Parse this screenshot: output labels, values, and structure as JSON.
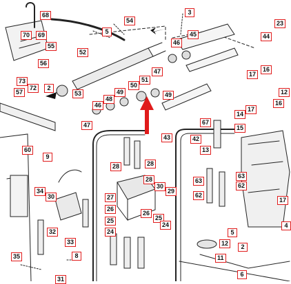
{
  "diagram": {
    "callouts": [
      {
        "id": "c68",
        "label": "68"
      },
      {
        "id": "c3",
        "label": "3"
      },
      {
        "id": "c54",
        "label": "54"
      },
      {
        "id": "c5a",
        "label": "5"
      },
      {
        "id": "c70",
        "label": "70"
      },
      {
        "id": "c69",
        "label": "69"
      },
      {
        "id": "c45",
        "label": "45"
      },
      {
        "id": "c23",
        "label": "23"
      },
      {
        "id": "c44",
        "label": "44"
      },
      {
        "id": "c55",
        "label": "55"
      },
      {
        "id": "c52",
        "label": "52"
      },
      {
        "id": "c46",
        "label": "46"
      },
      {
        "id": "c56",
        "label": "56"
      },
      {
        "id": "c47a",
        "label": "47"
      },
      {
        "id": "c16",
        "label": "16"
      },
      {
        "id": "c17a",
        "label": "17"
      },
      {
        "id": "c73",
        "label": "73"
      },
      {
        "id": "c72",
        "label": "72"
      },
      {
        "id": "c2a",
        "label": "2"
      },
      {
        "id": "c57",
        "label": "57"
      },
      {
        "id": "c53",
        "label": "53"
      },
      {
        "id": "c51",
        "label": "51"
      },
      {
        "id": "c50",
        "label": "50"
      },
      {
        "id": "c49a",
        "label": "49"
      },
      {
        "id": "c48",
        "label": "48"
      },
      {
        "id": "c49b",
        "label": "49"
      },
      {
        "id": "c46b",
        "label": "46"
      },
      {
        "id": "c12",
        "label": "12"
      },
      {
        "id": "c16b",
        "label": "16"
      },
      {
        "id": "c14",
        "label": "14"
      },
      {
        "id": "c17b",
        "label": "17"
      },
      {
        "id": "c47b",
        "label": "47"
      },
      {
        "id": "c67",
        "label": "67"
      },
      {
        "id": "c15",
        "label": "15"
      },
      {
        "id": "c43",
        "label": "43"
      },
      {
        "id": "c42",
        "label": "42"
      },
      {
        "id": "c60",
        "label": "60"
      },
      {
        "id": "c9",
        "label": "9"
      },
      {
        "id": "c13",
        "label": "13"
      },
      {
        "id": "c28a",
        "label": "28"
      },
      {
        "id": "c28b",
        "label": "28"
      },
      {
        "id": "c63a",
        "label": "63"
      },
      {
        "id": "c63b",
        "label": "63"
      },
      {
        "id": "c62a",
        "label": "62"
      },
      {
        "id": "c62b",
        "label": "62"
      },
      {
        "id": "c28c",
        "label": "28"
      },
      {
        "id": "c27",
        "label": "27"
      },
      {
        "id": "c30a",
        "label": "30"
      },
      {
        "id": "c29",
        "label": "29"
      },
      {
        "id": "c34",
        "label": "34"
      },
      {
        "id": "c30b",
        "label": "30"
      },
      {
        "id": "c17c",
        "label": "17"
      },
      {
        "id": "c26a",
        "label": "26"
      },
      {
        "id": "c26b",
        "label": "26"
      },
      {
        "id": "c25a",
        "label": "25"
      },
      {
        "id": "c25b",
        "label": "25"
      },
      {
        "id": "c24a",
        "label": "24"
      },
      {
        "id": "c24b",
        "label": "24"
      },
      {
        "id": "c32",
        "label": "32"
      },
      {
        "id": "c33",
        "label": "33"
      },
      {
        "id": "c5b",
        "label": "5"
      },
      {
        "id": "c4",
        "label": "4"
      },
      {
        "id": "c12b",
        "label": "12"
      },
      {
        "id": "c2b",
        "label": "2"
      },
      {
        "id": "c11",
        "label": "11"
      },
      {
        "id": "c8",
        "label": "8"
      },
      {
        "id": "c35",
        "label": "35"
      },
      {
        "id": "c6",
        "label": "6"
      },
      {
        "id": "c31",
        "label": "31"
      }
    ]
  }
}
